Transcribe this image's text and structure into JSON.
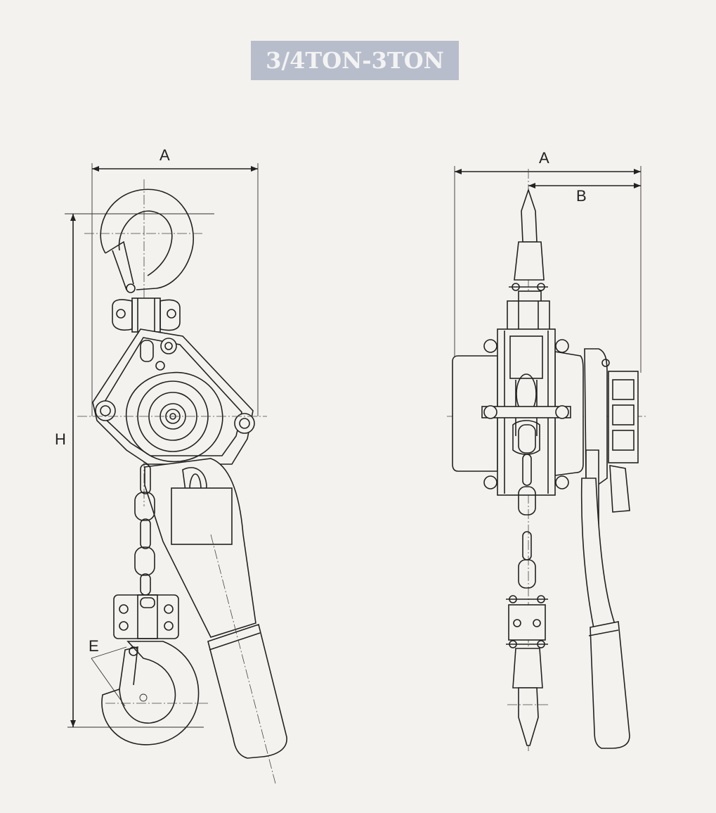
{
  "title": "3/4TON-3TON",
  "dimensions": {
    "left_width": "A",
    "right_width": "A",
    "right_offset": "B",
    "height": "H",
    "hook_opening": "E"
  },
  "colors": {
    "title_background": "#b7bdcb",
    "title_text": "#f3f3f3",
    "paper": "#f4f2ee",
    "ink": "#222222"
  }
}
